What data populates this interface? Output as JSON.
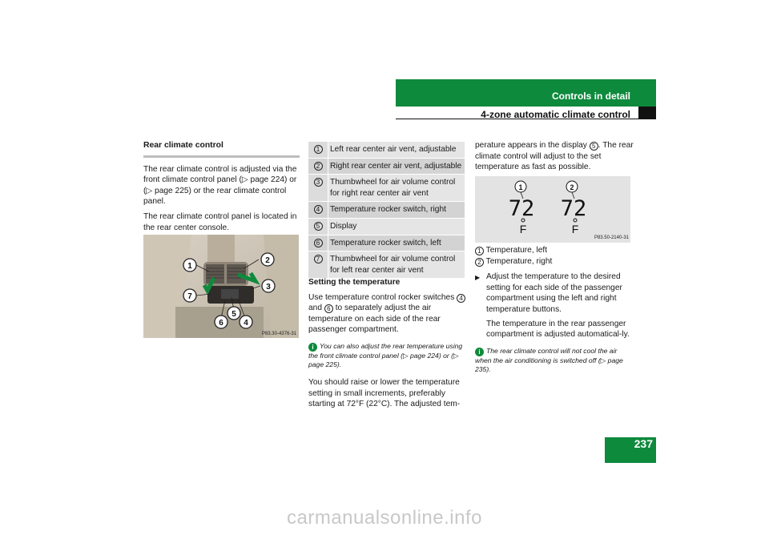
{
  "header": {
    "title": "Controls in detail",
    "subtitle": "4-zone automatic climate control",
    "page_number": "237"
  },
  "left": {
    "title": "Rear climate control",
    "para1": "The rear climate control is adjusted via the front climate control panel (▷ page 224) or (▷ page 225) or the rear climate control panel.",
    "para2": "The rear climate control panel is located in the rear center console.",
    "photo_code": "P83.30-4376-31",
    "photo_callouts": [
      "1",
      "2",
      "3",
      "4",
      "5",
      "6",
      "7"
    ]
  },
  "table": {
    "rows": [
      {
        "n": "1",
        "text": "Left rear center air vent, adjustable"
      },
      {
        "n": "2",
        "text": "Right rear center air vent, adjustable"
      },
      {
        "n": "3",
        "text": "Thumbwheel for air volume control for right rear center air vent"
      },
      {
        "n": "4",
        "text": "Temperature rocker switch, right"
      },
      {
        "n": "5",
        "text": "Display"
      },
      {
        "n": "6",
        "text": "Temperature rocker switch, left"
      },
      {
        "n": "7",
        "text": "Thumbwheel for air volume control for left rear center air vent"
      }
    ]
  },
  "middle": {
    "title": "Setting the temperature",
    "para_a": "Use temperature control rocker switches",
    "para_ref1": "4",
    "para_and": "and",
    "para_ref2": "6",
    "para_b": "to separately adjust the air temperature on each side of the rear passenger compartment.",
    "info": "You can also adjust the rear temperature using the front climate control panel (▷ page 224) or (▷ page 225).",
    "para2": "You should raise or lower the temperature setting in small increments, preferably starting at 72°F (22°C). The adjusted tem-"
  },
  "right": {
    "para1_a": "perature appears in the display",
    "para1_ref": "5",
    "para1_b": ". The rear climate control will adjust to the set temperature as fast as possible.",
    "display": {
      "left_value": "72",
      "right_value": "72",
      "unit": "F",
      "callout_left": "1",
      "callout_right": "2",
      "code": "P83.50-2140-31"
    },
    "legend": [
      {
        "n": "1",
        "text": "Temperature, left"
      },
      {
        "n": "2",
        "text": "Temperature, right"
      }
    ],
    "bullet": "Adjust the temperature to the desired setting for each side of the passenger compartment using the left and right temperature buttons.",
    "bullet_followup": "The temperature in the rear passenger compartment is adjusted automatical-ly.",
    "info": "The rear climate control will not cool the air when the air conditioning is switched off (▷ page 235)."
  },
  "icons": {
    "info": "info-icon",
    "bullet": "triangle-right-icon"
  },
  "colors": {
    "accent": "#0e8a3c",
    "table_bg": "#dcdcdc"
  },
  "watermark": "carmanualsonline.info"
}
